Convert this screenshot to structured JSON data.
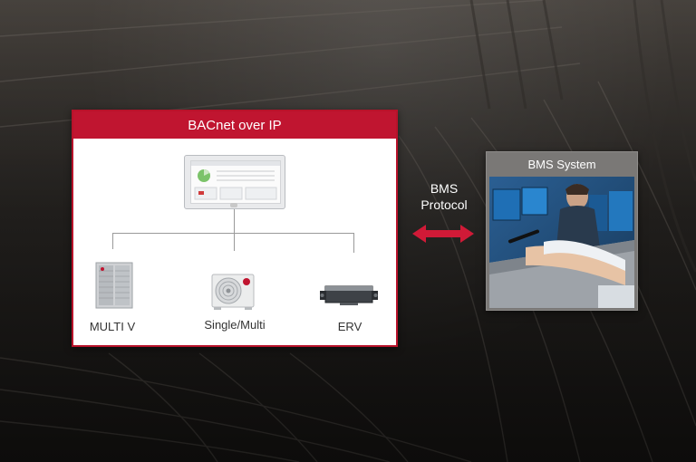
{
  "diagram": {
    "bacnet": {
      "title": "BACnet over IP",
      "units": [
        {
          "label": "MULTI V"
        },
        {
          "label": "Single/Multi"
        },
        {
          "label": "ERV"
        }
      ]
    },
    "protocol": {
      "line1": "BMS",
      "line2": "Protocol"
    },
    "bms": {
      "title": "BMS System"
    },
    "colors": {
      "accent_red": "#c01530",
      "arrow_red": "#d01a37"
    }
  }
}
